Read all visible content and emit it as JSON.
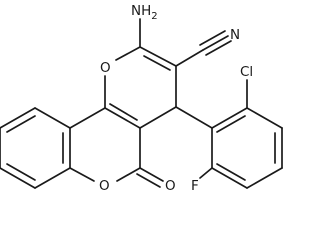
{
  "labels": {
    "amine": "NH",
    "amine_sub": "2",
    "nitrile_n": "N",
    "ring_o1": "O",
    "ring_o2": "O",
    "carbonyl_o": "O",
    "chlorine": "Cl",
    "fluorine": "F"
  }
}
